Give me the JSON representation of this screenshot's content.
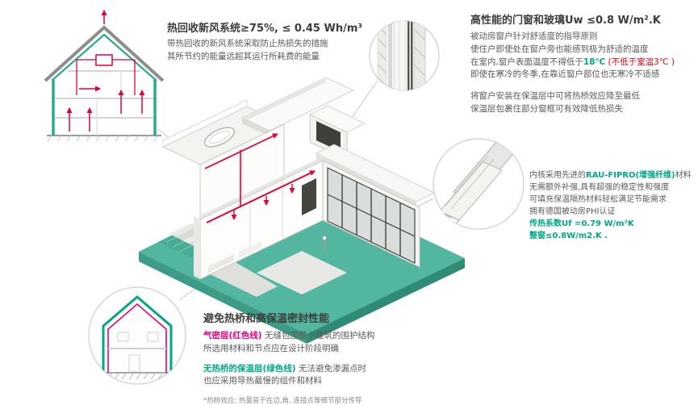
{
  "colors": {
    "teal_accent": "#00a886",
    "pink_airtight": "#e6007e",
    "red_warning": "#e30613",
    "red_duct": "#e2003f",
    "dark_text": "#3c3c3b",
    "body_text": "#5a5a58",
    "platform_teal": "#52b6a0"
  },
  "blocks": {
    "hrv": {
      "title": "热回收新风系统≥75%, ≤ 0.45 Wh/m³",
      "line1": "带热回收的新风系统采取防止热损失的措施",
      "line2": "其所节约的能量远超其运行所耗费的能量"
    },
    "windows": {
      "title": "高性能的门窗和玻璃Uw ≤0.8 W/m².K",
      "line1": "被动房窗户针对舒适度的指导原则",
      "line2": "使住户即使处在窗户旁也能感到极为舒适的温度",
      "line3a": "在室内,窗户表面温度不得低于",
      "line3b": "18℃",
      "line3c": " (不低于室温3℃ )",
      "line4": "即使在寒冷的冬季,在靠近窗户部位也无寒冷不适感",
      "line5": "将窗户安装在保温层中可将热桥效应降至最低",
      "line6": "保温层包裹住部分窗框可有效降低热损失"
    },
    "profile": {
      "line1a": "内核采用先进的",
      "line1b": "RAU-FIPRO(增强纤维)",
      "line1c": "材料",
      "line2": "无需额外补强,具有超强的稳定性和强度",
      "line3": "可填充保温隔热材料轻松满足节能需求",
      "line4": "拥有德国被动房PHI认证",
      "line5": "传热系数Uf =0.79 W/m²K",
      "line6": "整窗≤0.8W/m2.K ."
    },
    "thermal": {
      "title": "避免热桥和高保温密封性能",
      "p1a": "气密层(红色线)",
      "p1b": " 无缝包围整个建筑的围护结构",
      "p1line2": "所选用材料和节点应在设计阶段明确",
      "p2a": "无热桥的保温层(绿色线)",
      "p2b": " 无法避免渗漏点时",
      "p2line2": "也应采用导热最慢的组件和材料",
      "footnote": "*热桥效应: 热量易于在边,角, 连接点等细节部分传导"
    }
  },
  "illustrations": {
    "ventilation_house": "house-section-with-heat-recovery-airflow",
    "main_house": "isometric-cutaway-passive-house",
    "window_section": "window-frame-section-detail",
    "window_profile": "window-profile-3d-detail",
    "thermal_section": "house-section-insulation-airtight-layers"
  }
}
